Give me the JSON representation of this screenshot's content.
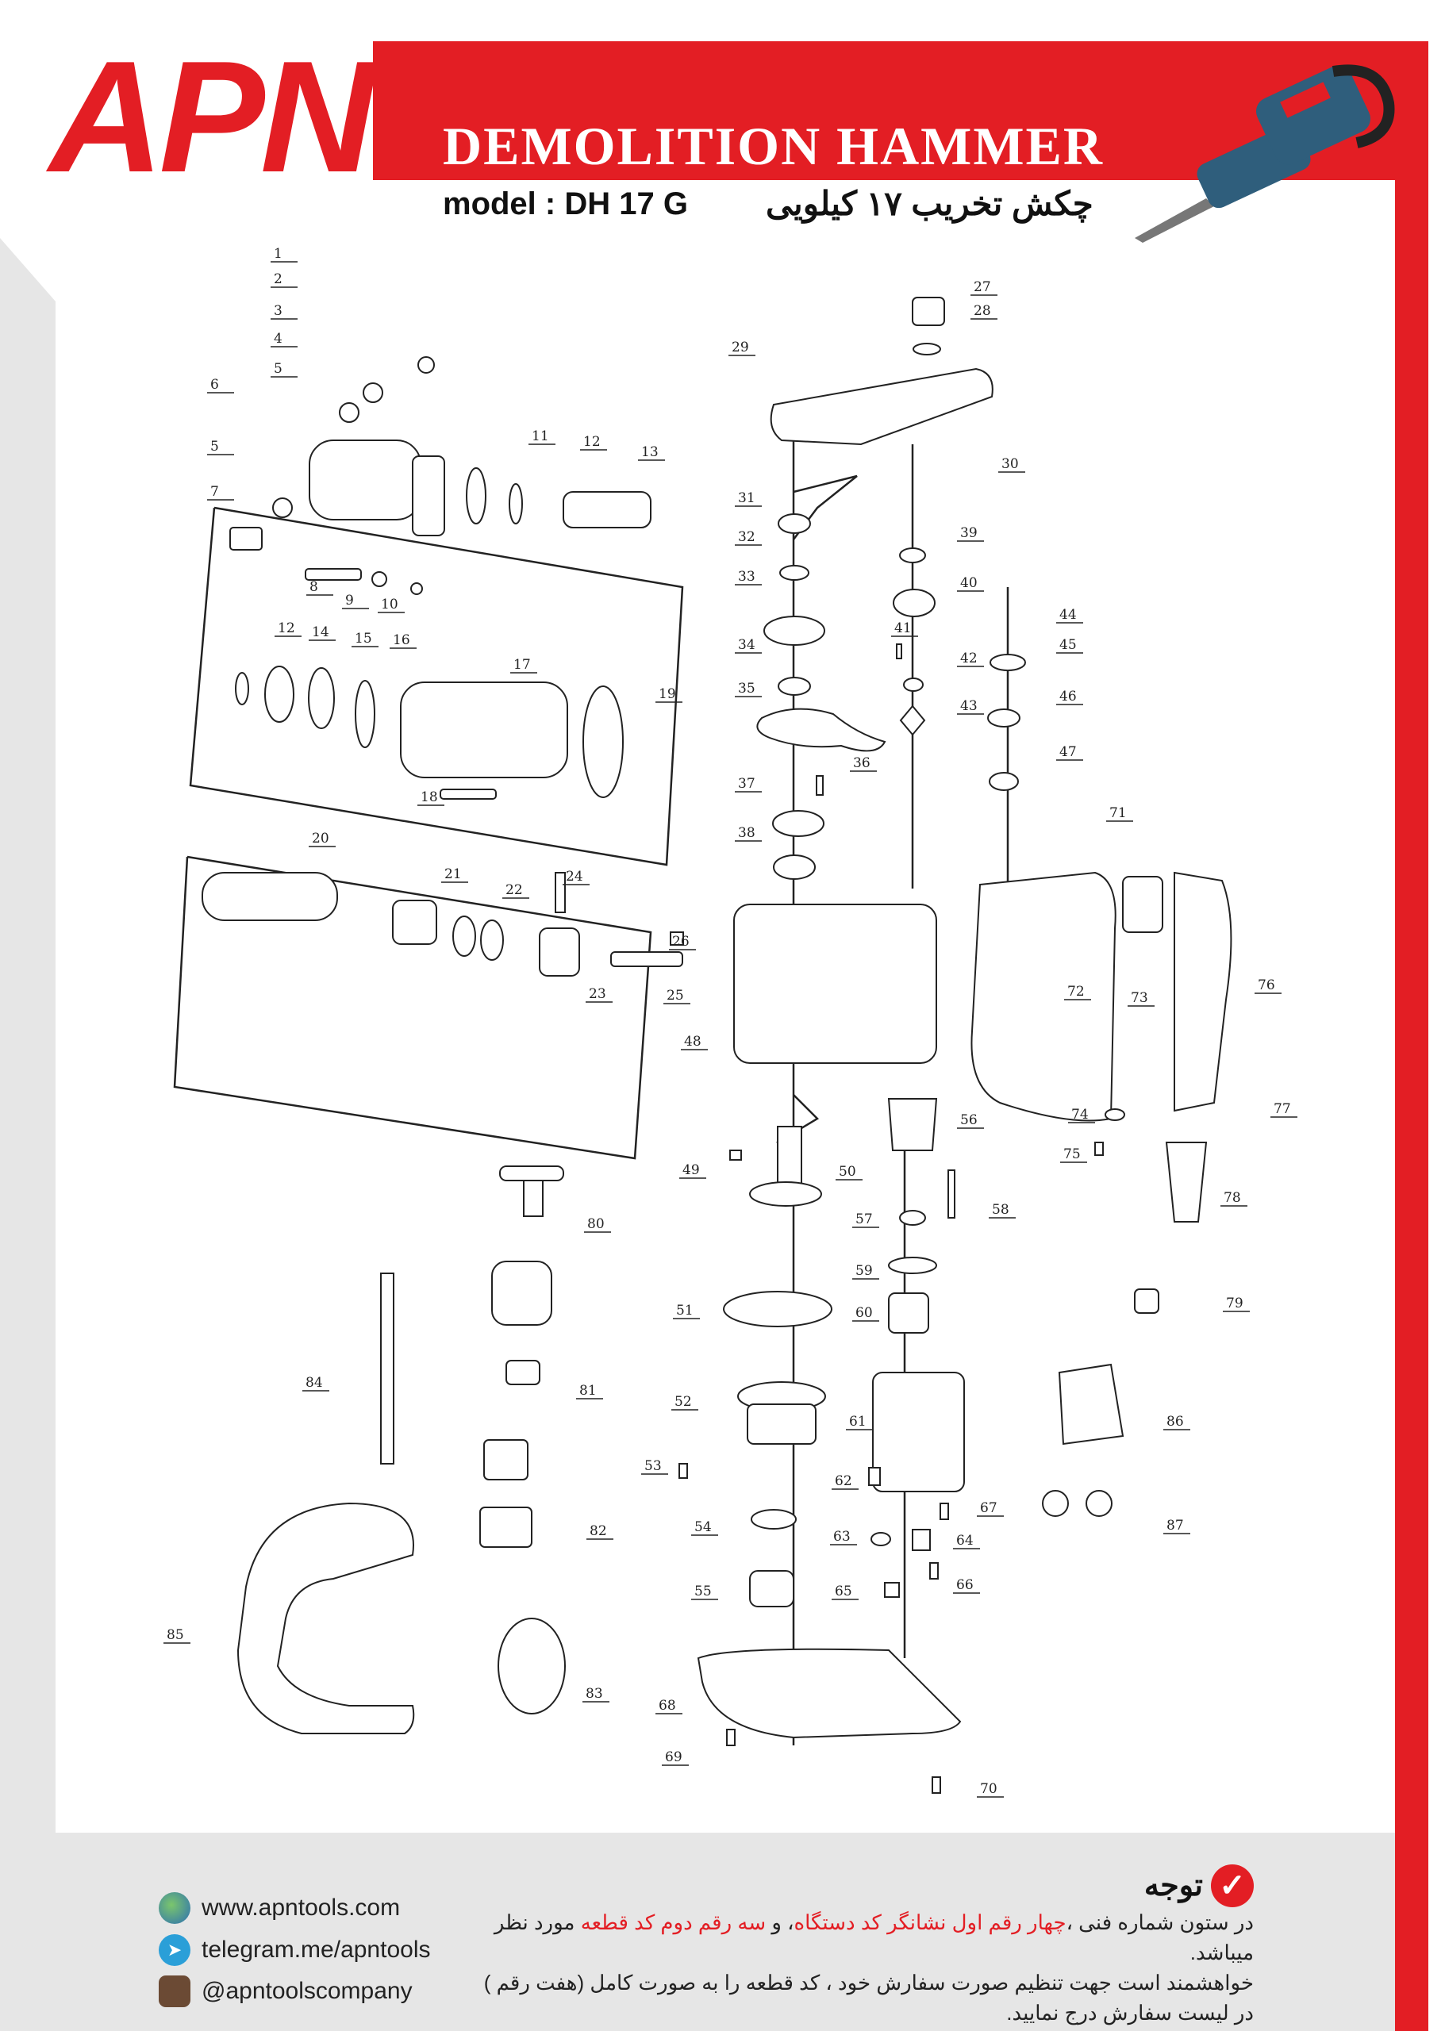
{
  "brand": {
    "logo_text": "APN",
    "accent_color": "#e31e24"
  },
  "header": {
    "title": "DEMOLITION HAMMER",
    "model": "model : DH 17 G",
    "title_fa": "چکش تخریب ۱۷ کیلویی"
  },
  "footer": {
    "website": "www.apntools.com",
    "telegram": "telegram.me/apntools",
    "instagram": "@apntoolscompany",
    "note_title": "توجه",
    "note_p1_a": "در ستون شماره فنی ،",
    "note_p1_red1": "چهار رقم اول نشانگر کد دستگاه",
    "note_p1_b": "، و ",
    "note_p1_red2": "سه رقم دوم کد قطعه",
    "note_p1_c": " مورد نظر میباشد.",
    "note_p2": "خواهشمند است جهت تنظیم صورت  سفارش خود ، کد قطعه را به صورت کامل (هفت رقم )",
    "note_p3": "در لیست سفارش درج نمایید."
  },
  "parts": [
    "1",
    "2",
    "3",
    "4",
    "5",
    "6",
    "5",
    "7",
    "8",
    "9",
    "10",
    "11",
    "12",
    "13",
    "12",
    "14",
    "15",
    "16",
    "17",
    "18",
    "19",
    "20",
    "21",
    "22",
    "24",
    "23",
    "25",
    "26",
    "27",
    "28",
    "29",
    "30",
    "31",
    "32",
    "33",
    "34",
    "35",
    "36",
    "37",
    "38",
    "39",
    "40",
    "41",
    "42",
    "43",
    "44",
    "45",
    "46",
    "47",
    "48",
    "49",
    "50",
    "51",
    "52",
    "53",
    "54",
    "55",
    "56",
    "57",
    "58",
    "59",
    "60",
    "61",
    "62",
    "63",
    "64",
    "65",
    "66",
    "67",
    "68",
    "69",
    "70",
    "71",
    "72",
    "73",
    "74",
    "75",
    "76",
    "77",
    "78",
    "79",
    "80",
    "81",
    "82",
    "83",
    "84",
    "85",
    "86",
    "87"
  ]
}
